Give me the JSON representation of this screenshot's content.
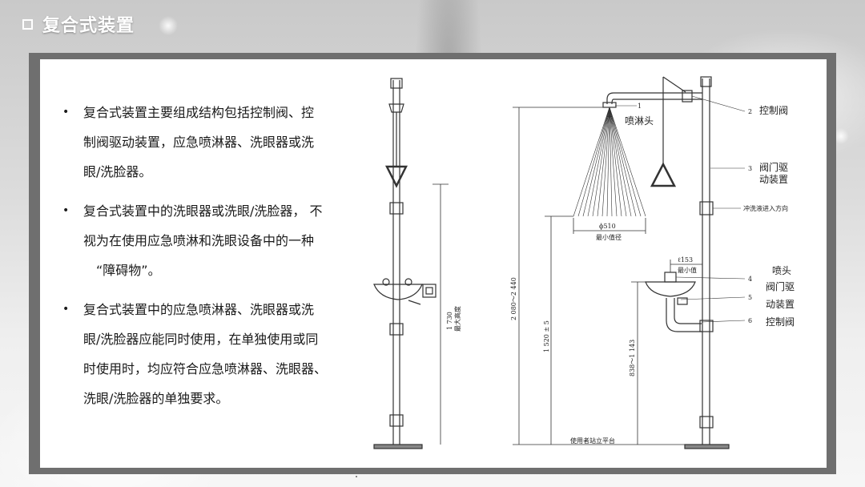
{
  "header": {
    "title": "复合式装置"
  },
  "bullets": {
    "b1_l1": "复合式装置主要组成结构包括控制阀、控",
    "b1_l2": "制阀驱动装置，应急喷淋器、洗眼器或洗",
    "b1_l3": "眼/洗脸器。",
    "b2_l1": "复合式装置中的洗眼器或洗眼/洗脸器， 不",
    "b2_l2": "视为在使用应急喷淋和洗眼设备中的一种",
    "b2_l3": "“障碍物”。",
    "b3_l1": "复合式装置中的应急喷淋器、洗眼器或洗",
    "b3_l2": "眼/洗脸器应能同时使用，在单独使用或同",
    "b3_l3": "时使用时，均应符合应急喷淋器、洗眼器、",
    "b3_l4": "洗眼/洗脸器的单独要求。"
  },
  "diagram": {
    "num1": "1",
    "num2": "2",
    "num3": "3",
    "num4": "4",
    "num5": "5",
    "num6": "6",
    "label_shower_head": "喷淋头",
    "label_control_valve_top": "控制阀",
    "label_valve_drive_1a": "阀门驱",
    "label_valve_drive_1b": "动装置",
    "label_flush_direction": "冲洗液进入方向",
    "label_diameter": "ϕ510",
    "label_min_diameter": "最小值径",
    "label_153": "ℓ153",
    "label_min_value": "最小值",
    "label_nozzle": "喷头",
    "label_valve_drive_2a": "阀门驱",
    "label_valve_drive_2b": "动装置",
    "label_control_valve_bottom": "控制阀",
    "dim_height_total": "2 080～2 440",
    "dim_height_head": "1 520 ± 5",
    "dim_height_basin": "838～1 143",
    "dim_1730": "1 730",
    "dim_max_height": "最大高度",
    "label_platform": "使用者站立平台"
  }
}
